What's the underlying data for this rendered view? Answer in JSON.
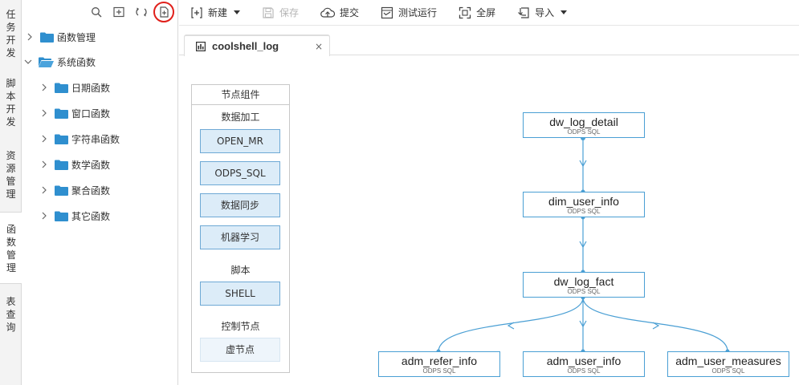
{
  "vertical_tabs": [
    {
      "label": "任务开发"
    },
    {
      "label": "脚本开发"
    },
    {
      "label": "资源管理"
    },
    {
      "label": "函数管理"
    },
    {
      "label": "表查询"
    }
  ],
  "tree": {
    "items": [
      {
        "label": "函数管理",
        "expanded": false,
        "level": 0
      },
      {
        "label": "系统函数",
        "expanded": true,
        "level": 0
      },
      {
        "label": "日期函数",
        "expanded": false,
        "level": 1
      },
      {
        "label": "窗口函数",
        "expanded": false,
        "level": 1
      },
      {
        "label": "字符串函数",
        "expanded": false,
        "level": 1
      },
      {
        "label": "数学函数",
        "expanded": false,
        "level": 1
      },
      {
        "label": "聚合函数",
        "expanded": false,
        "level": 1
      },
      {
        "label": "其它函数",
        "expanded": false,
        "level": 1
      }
    ]
  },
  "toolbar": {
    "new": "新建",
    "save": "保存",
    "submit": "提交",
    "test_run": "测试运行",
    "fullscreen": "全屏",
    "import": "导入"
  },
  "tab": {
    "name": "coolshell_log",
    "close": "×"
  },
  "palette": {
    "title": "节点组件",
    "data_processing": "数据加工",
    "open_mr": "OPEN_MR",
    "odps_sql": "ODPS_SQL",
    "data_sync": "数据同步",
    "ml": "机器学习",
    "script": "脚本",
    "shell": "SHELL",
    "control": "控制节点",
    "virtual": "虚节点"
  },
  "dag": {
    "node_type": "ODPS SQL",
    "nodes": [
      {
        "id": "n1",
        "name": "dw_log_detail"
      },
      {
        "id": "n2",
        "name": "dim_user_info"
      },
      {
        "id": "n3",
        "name": "dw_log_fact"
      },
      {
        "id": "n4",
        "name": "adm_refer_info"
      },
      {
        "id": "n5",
        "name": "adm_user_info"
      },
      {
        "id": "n6",
        "name": "adm_user_measures"
      }
    ],
    "edge_color": "#4a9fd4"
  },
  "colors": {
    "accent": "#4a9fd4",
    "folder": "#2f8fcf",
    "highlight": "#e0201b"
  }
}
